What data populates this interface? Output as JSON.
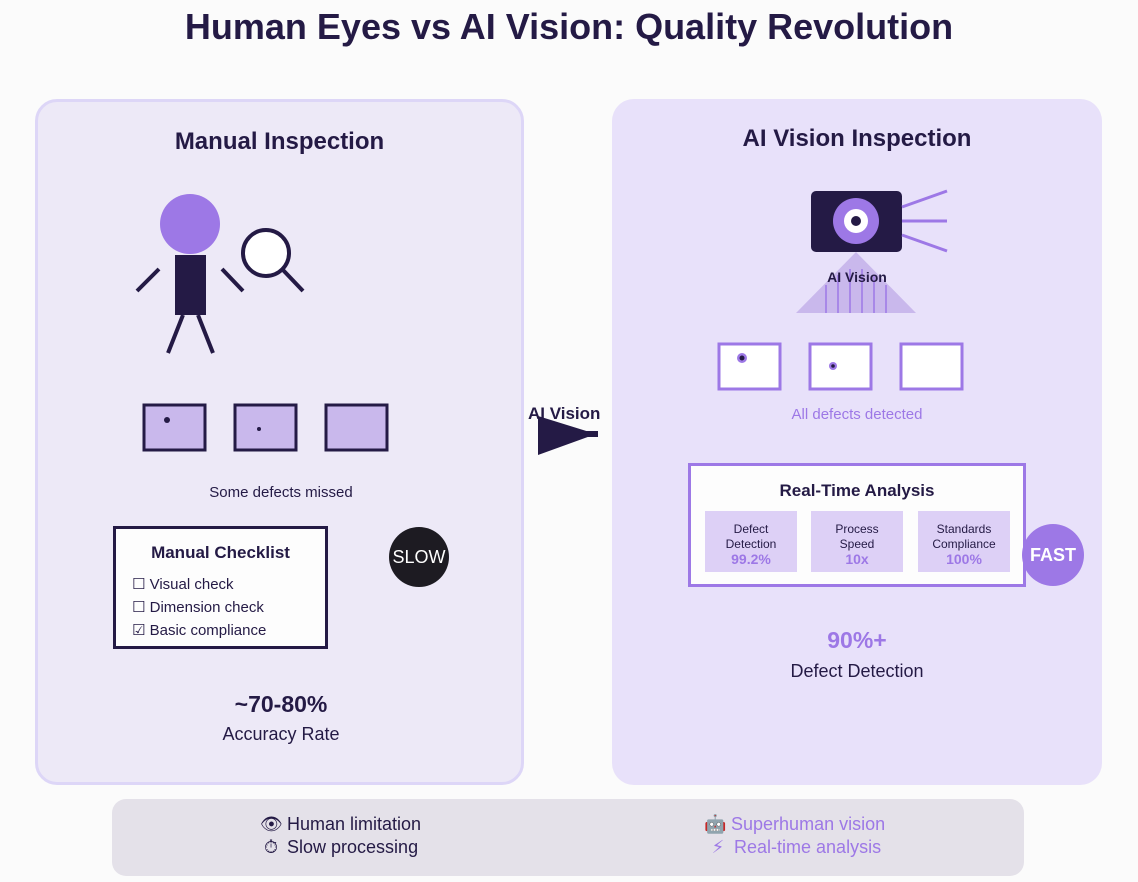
{
  "title": "Human Eyes vs AI Vision: Quality Revolution",
  "manual": {
    "title": "Manual Inspection",
    "caption": "Some defects missed",
    "checklist": {
      "title": "Manual Checklist",
      "items": [
        "☐ Visual check",
        "☐ Dimension check",
        "☑ Basic compliance"
      ]
    },
    "badge": "SLOW",
    "stat": "~70-80%",
    "stat_label": "Accuracy Rate"
  },
  "arrow_label": "AI Vision",
  "ai": {
    "title": "AI Vision Inspection",
    "camera_label": "AI Vision",
    "caption": "All defects detected",
    "analysis": {
      "title": "Real-Time Analysis",
      "metrics": [
        {
          "line1": "Defect",
          "line2": "Detection",
          "value": "99.2%"
        },
        {
          "line1": "Process",
          "line2": "Speed",
          "value": "10x"
        },
        {
          "line1": "Standards",
          "line2": "Compliance",
          "value": "100%"
        }
      ]
    },
    "badge": "FAST",
    "stat": "90%+",
    "stat_label": "Defect Detection"
  },
  "footer": {
    "left": [
      {
        "icon": "👁",
        "text": "Human limitation"
      },
      {
        "icon": "⏱",
        "text": "Slow processing"
      }
    ],
    "right": [
      {
        "icon": "🤖",
        "text": "Superhuman vision"
      },
      {
        "icon": "⚡",
        "text": "Real-time analysis"
      }
    ]
  },
  "colors": {
    "dark": "#241a45",
    "accent": "#9d78e6",
    "light_purple": "#c9b8ec"
  }
}
